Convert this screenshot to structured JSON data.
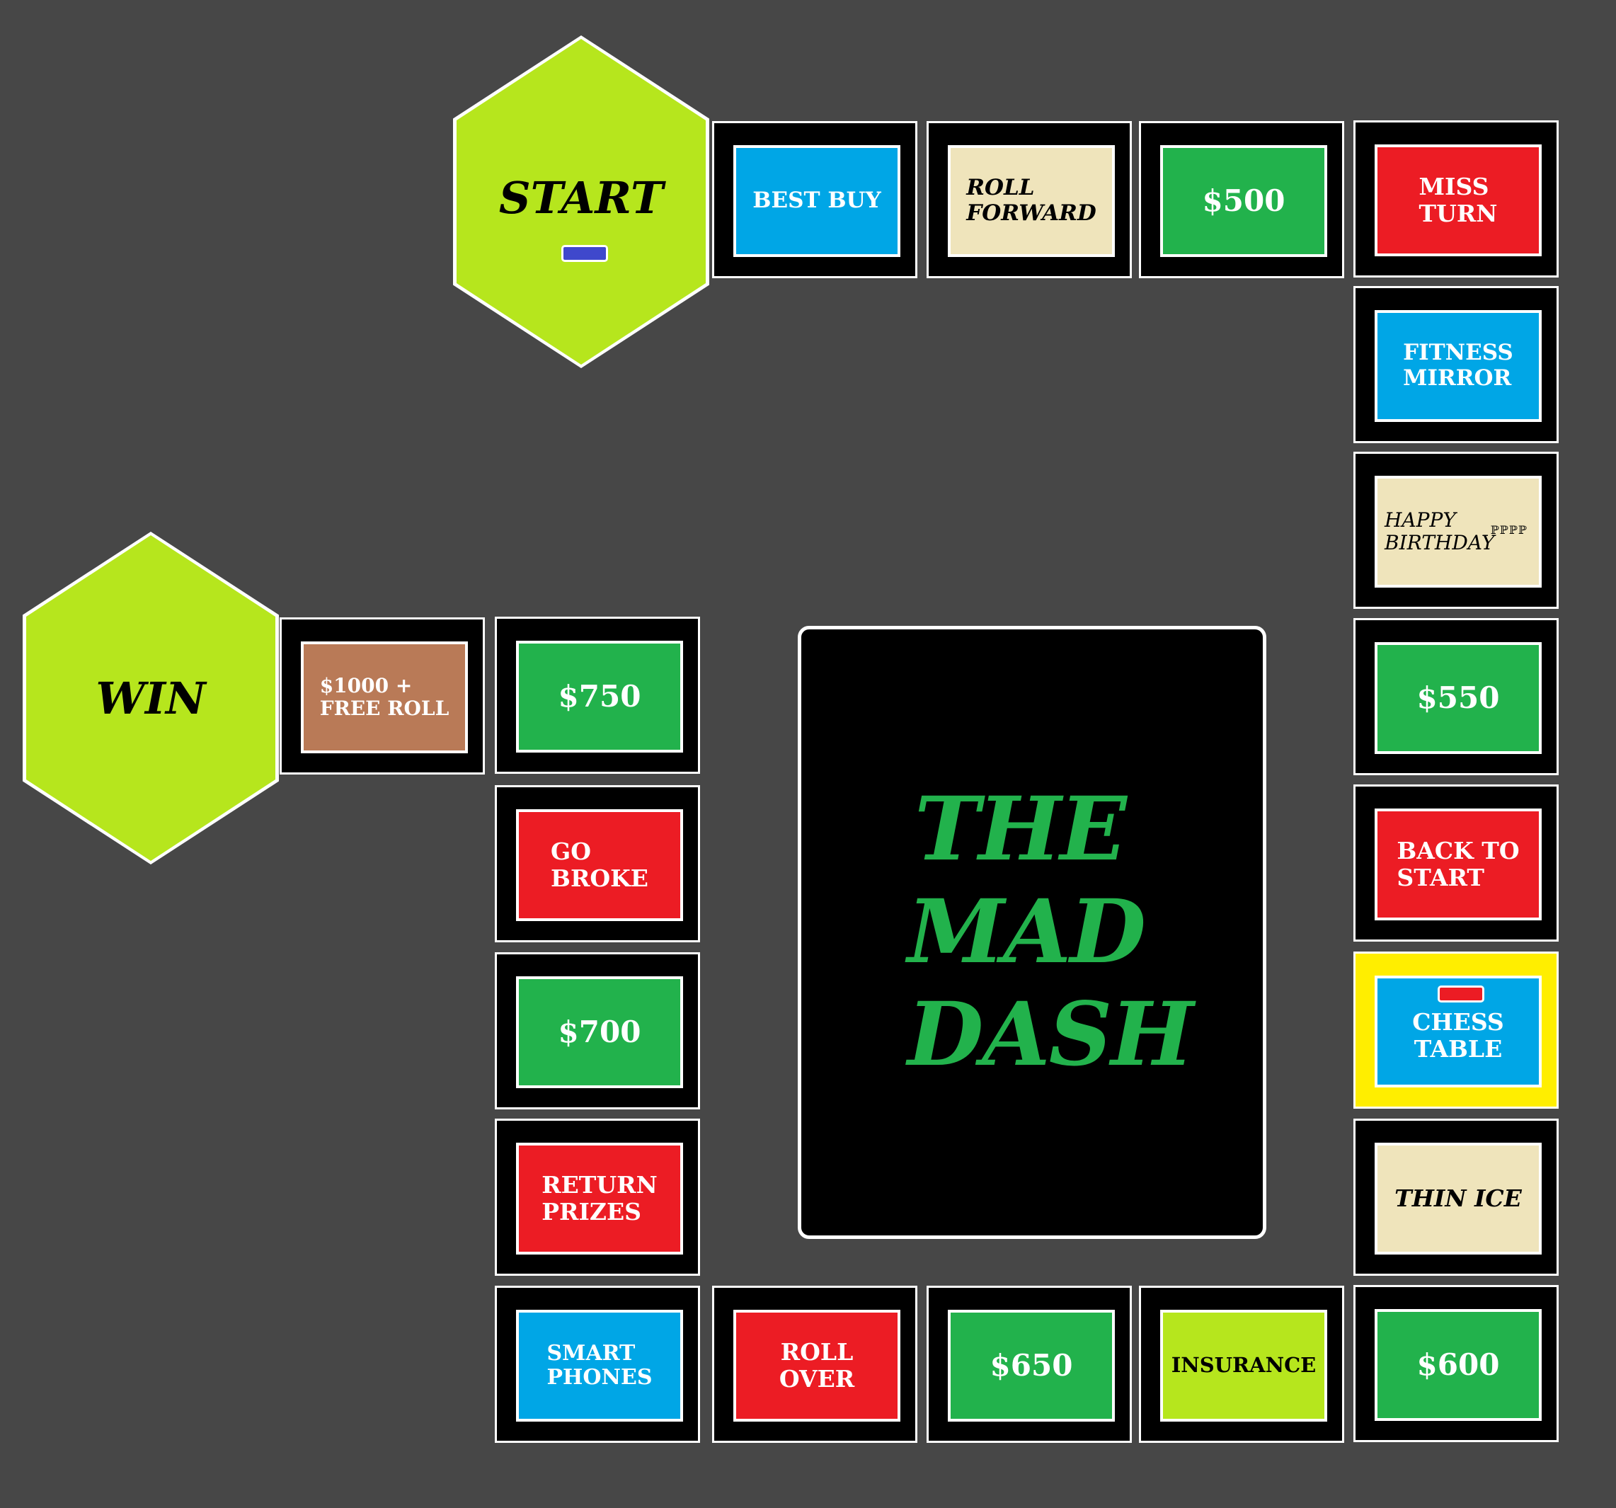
{
  "board": {
    "start_label": "START",
    "win_label": "WIN",
    "title_lines": [
      "THE",
      "MAD",
      "DASH"
    ],
    "colors": {
      "background": "#474747",
      "hex": "#b6e61d",
      "blue": "#00a6e6",
      "tan": "#efe4bb",
      "green": "#22b24c",
      "red": "#ec1c24",
      "brown": "#b97a57",
      "lime": "#b6e61d",
      "highlight": "#ffee00",
      "title": "#22b24c"
    },
    "spaces": [
      {
        "id": "best-buy",
        "label": "BEST BUY",
        "color": "blue"
      },
      {
        "id": "roll-forward",
        "label": "ROLL\nFORWARD",
        "color": "tan"
      },
      {
        "id": "500",
        "label": "$500",
        "color": "green"
      },
      {
        "id": "miss-turn",
        "label": "MISS\nTURN",
        "color": "red"
      },
      {
        "id": "fitness-mirror",
        "label": "FITNESS\nMIRROR",
        "color": "blue"
      },
      {
        "id": "happy-birthday",
        "label": "HAPPY\nBIRTHDAY",
        "color": "tan"
      },
      {
        "id": "550",
        "label": "$550",
        "color": "green"
      },
      {
        "id": "back-to-start",
        "label": "BACK TO\nSTART",
        "color": "red"
      },
      {
        "id": "chess-table",
        "label": "CHESS\nTABLE",
        "color": "blue",
        "highlighted": true
      },
      {
        "id": "thin-ice",
        "label": "THIN ICE",
        "color": "tan"
      },
      {
        "id": "600",
        "label": "$600",
        "color": "green"
      },
      {
        "id": "insurance",
        "label": "INSURANCE",
        "color": "lime"
      },
      {
        "id": "650",
        "label": "$650",
        "color": "green"
      },
      {
        "id": "roll-over",
        "label": "ROLL\nOVER",
        "color": "red"
      },
      {
        "id": "smart-phones",
        "label": "SMART\nPHONES",
        "color": "blue"
      },
      {
        "id": "return-prizes",
        "label": "RETURN\nPRIZES",
        "color": "red"
      },
      {
        "id": "700",
        "label": "$700",
        "color": "green"
      },
      {
        "id": "go-broke",
        "label": "GO\nBROKE",
        "color": "red"
      },
      {
        "id": "750",
        "label": "$750",
        "color": "green"
      },
      {
        "id": "1000-free-roll",
        "label": "$1000 +\nFREE ROLL",
        "color": "brown"
      }
    ],
    "tokens": [
      {
        "name": "blue-player-token",
        "color": "#3f48cc",
        "on": "START"
      },
      {
        "name": "red-player-token",
        "color": "#ec1c24",
        "on": "CHESS TABLE"
      }
    ]
  }
}
